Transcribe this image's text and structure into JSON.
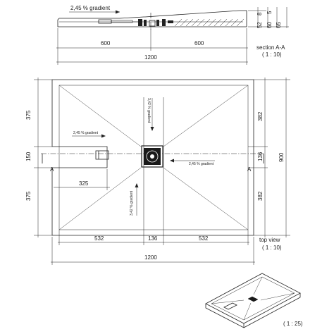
{
  "section": {
    "gradient_label": "2,45 % gradient",
    "width_left": "600",
    "width_right": "600",
    "total_width": "1200",
    "heights": [
      "52",
      "8",
      "60",
      "5",
      "65"
    ],
    "title": "section A-A",
    "scale": "( 1 : 10)"
  },
  "top_view": {
    "left_dims": [
      "375",
      "150",
      "375"
    ],
    "right_dims": [
      "382",
      "136",
      "382"
    ],
    "overall_height": "900",
    "bottom_dims": [
      "532",
      "136",
      "532"
    ],
    "total_width": "1200",
    "cut_dim": "325",
    "section_marker": "A",
    "gradients": {
      "top": "3,42 % gradient",
      "left": "2,45 % gradient",
      "right": "2,45 % gradient",
      "bottom": "3,42 % gradient"
    },
    "title": "top view",
    "scale": "( 1 : 10)"
  },
  "iso_view": {
    "scale": "( 1 : 25)"
  }
}
